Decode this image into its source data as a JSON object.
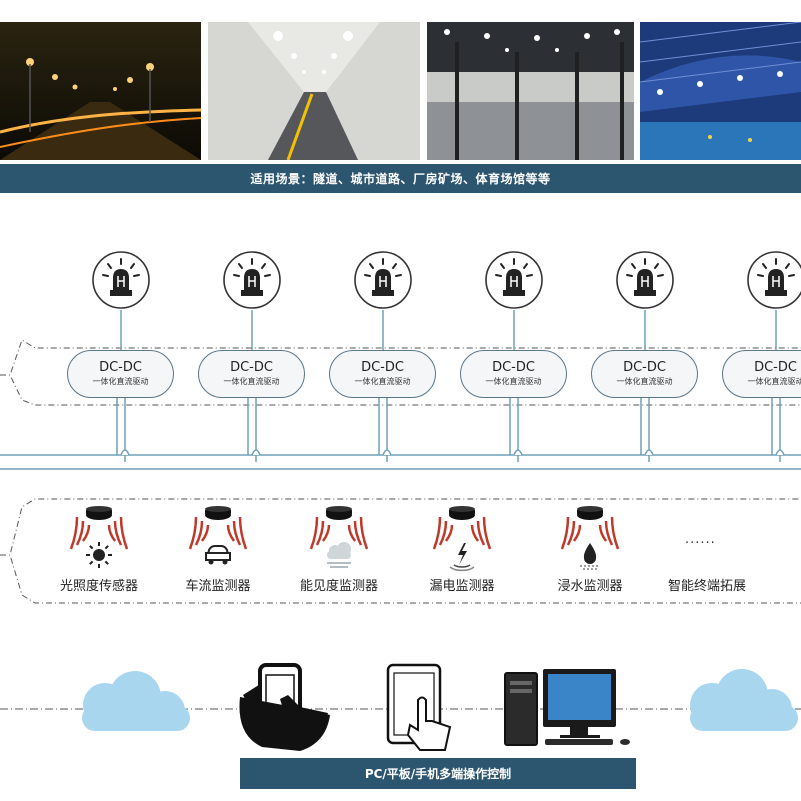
{
  "scenarios_caption": "适用场景：隧道、城市道路、厂房矿场、体育场馆等等",
  "drivers": [
    {
      "title": "DC-DC",
      "subtitle": "一体化直流驱动"
    },
    {
      "title": "DC-DC",
      "subtitle": "一体化直流驱动"
    },
    {
      "title": "DC-DC",
      "subtitle": "一体化直流驱动"
    },
    {
      "title": "DC-DC",
      "subtitle": "一体化直流驱动"
    },
    {
      "title": "DC-DC",
      "subtitle": "一体化直流驱动"
    },
    {
      "title": "DC-DC",
      "subtitle": "一体化直流驱动"
    }
  ],
  "sensors": [
    {
      "label": "光照度传感器",
      "icon": "sun-icon"
    },
    {
      "label": "车流监测器",
      "icon": "car-icon"
    },
    {
      "label": "能见度监测器",
      "icon": "fog-icon"
    },
    {
      "label": "漏电监测器",
      "icon": "leakage-icon"
    },
    {
      "label": "浸水监测器",
      "icon": "water-drop-icon"
    },
    {
      "label": "智能终端拓展",
      "icon": "more-icon"
    }
  ],
  "more_dots": "......",
  "control_caption": "PC/平板/手机多端操作控制",
  "colors": {
    "banner": "#2c5570",
    "line": "#6fa0b8",
    "wave": "#c0392b",
    "cloud": "#a9d6ef"
  }
}
